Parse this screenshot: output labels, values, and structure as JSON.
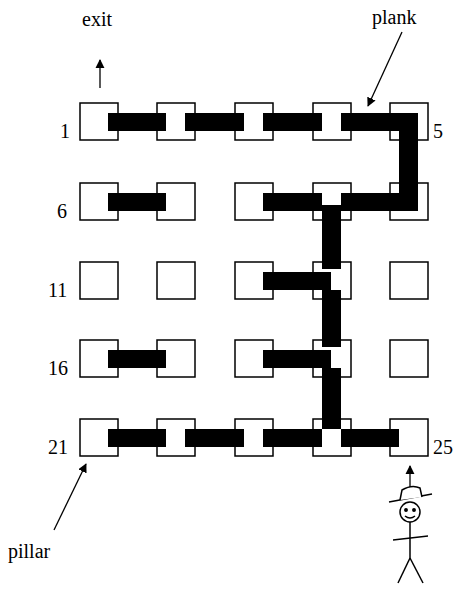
{
  "diagram": {
    "labels": [
      "exit",
      "plank",
      "1",
      "5",
      "6",
      "11",
      "16",
      "21",
      "25",
      "pillar"
    ]
  }
}
